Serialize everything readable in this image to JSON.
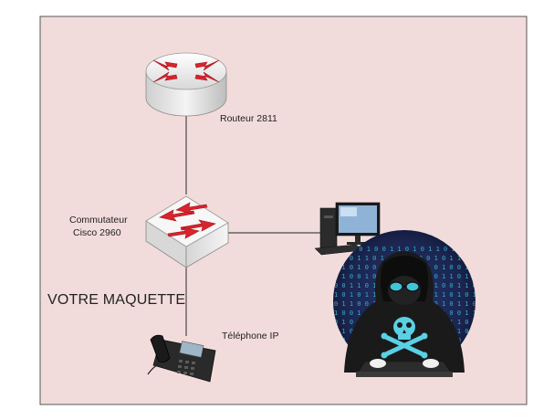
{
  "diagram": {
    "title": "VOTRE MAQUETTE",
    "nodes": {
      "router": {
        "label": "Routeur 2811",
        "icon": "router-icon"
      },
      "switch": {
        "label_line1": "Commutateur",
        "label_line2": "Cisco 2960",
        "icon": "switch-icon"
      },
      "phone": {
        "label": "Téléphone IP",
        "icon": "ip-phone-icon"
      },
      "computer": {
        "icon": "desktop-computer-icon"
      },
      "hacker": {
        "icon": "hacker-skull-icon"
      }
    },
    "links": [
      {
        "from": "router",
        "to": "switch"
      },
      {
        "from": "switch",
        "to": "phone"
      },
      {
        "from": "switch",
        "to": "computer"
      }
    ],
    "colors": {
      "background": "#f2dcdb",
      "border": "#555555",
      "device_red": "#d9232d",
      "hacker_glow": "#3fc4d8",
      "hacker_bg": "#1e2a5a"
    }
  }
}
